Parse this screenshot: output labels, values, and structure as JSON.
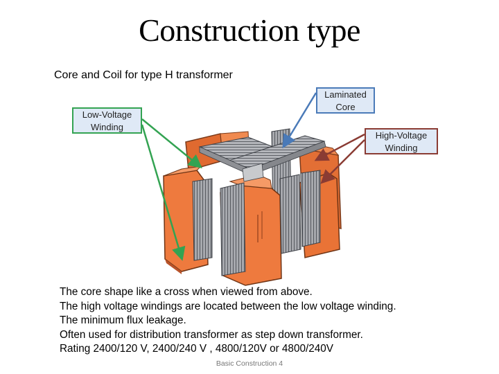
{
  "slide": {
    "title": "Construction type",
    "subtitle": "Core  and Coil for type H transformer",
    "footer": "Basic Construction 4"
  },
  "callouts": {
    "low_voltage": "Low-Voltage Winding",
    "laminated_core": "Laminated Core",
    "high_voltage": "High-Voltage Winding"
  },
  "notes": [
    "The core shape like a cross when viewed from above.",
    "The high voltage windings are located between the low voltage winding.",
    "The minimum flux leakage.",
    "Often used for distribution transformer as step down transformer.",
    "Rating 2400/120 V, 2400/240 V , 4800/120V or 4800/240V"
  ],
  "colors": {
    "coil": "#ee7a3e",
    "core": "#9ea0a5",
    "low_voltage_arrow": "#33a352",
    "core_arrow": "#4a7ab8",
    "high_voltage_arrow": "#8a3b33"
  }
}
